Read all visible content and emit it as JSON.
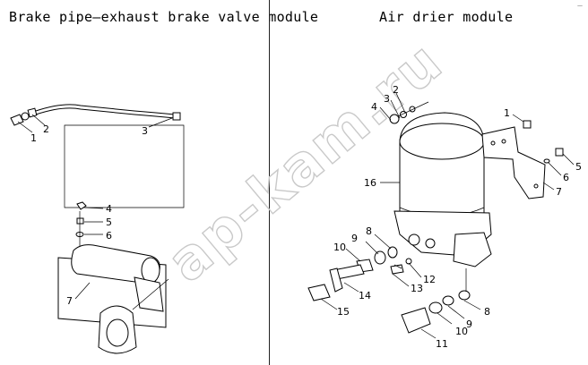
{
  "titles": {
    "left": "Brake pipe—exhaust brake valve module",
    "right": "Air drier module"
  },
  "watermark": "ap-kam.ru",
  "corner_mark": "—",
  "callouts_left": [
    "1",
    "2",
    "3",
    "4",
    "5",
    "6",
    "7"
  ],
  "callouts_right": [
    "1",
    "2",
    "3",
    "4",
    "5",
    "6",
    "7",
    "8",
    "9",
    "10",
    "11",
    "12",
    "13",
    "14",
    "15",
    "16",
    "10",
    "9",
    "8"
  ]
}
